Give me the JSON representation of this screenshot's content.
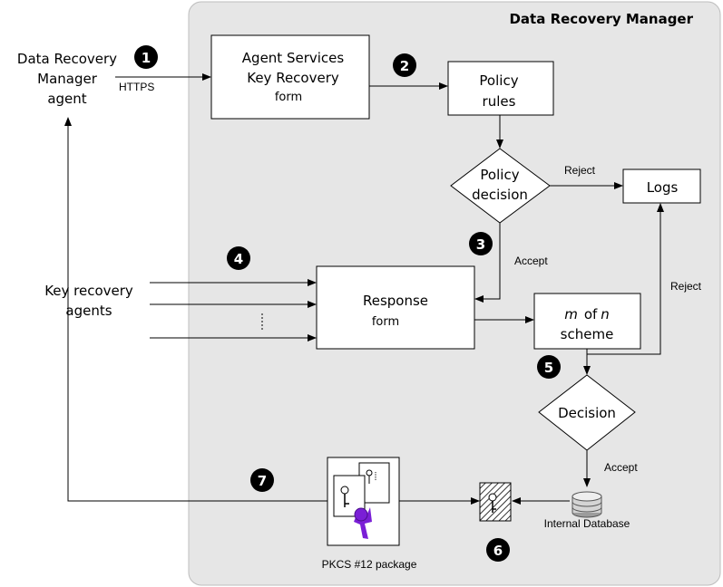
{
  "title": "Data Recovery Manager",
  "actors": {
    "drm_agent": [
      "Data Recovery",
      "Manager",
      "agent"
    ],
    "key_recovery_agents": [
      "Key recovery",
      "agents"
    ]
  },
  "nodes": {
    "agent_services": [
      "Agent Services",
      "Key Recovery",
      "form"
    ],
    "policy_rules": [
      "Policy",
      "rules"
    ],
    "policy_decision": [
      "Policy",
      "decision"
    ],
    "logs": "Logs",
    "response": [
      "Response",
      "form"
    ],
    "m_of_n": {
      "m": "m",
      "of": "of",
      "n": "n",
      "scheme": "scheme"
    },
    "decision": "Decision",
    "internal_database": "Internal Database",
    "pkcs12": "PKCS #12 package"
  },
  "edge_labels": {
    "https": "HTTPS",
    "reject_policy": "Reject",
    "accept_policy": "Accept",
    "reject_m_of_n": "Reject",
    "accept_decision": "Accept"
  },
  "step_numbers": [
    "1",
    "2",
    "3",
    "4",
    "5",
    "6",
    "7"
  ],
  "colors": {
    "panel": "#e6e6e6",
    "panel_border": "#bdbdbd",
    "ribbon": "#7a1fd6",
    "badge": "#000000"
  },
  "icons": [
    "key-icon",
    "award-ribbon-icon",
    "database-icon",
    "encrypted-key-icon"
  ]
}
